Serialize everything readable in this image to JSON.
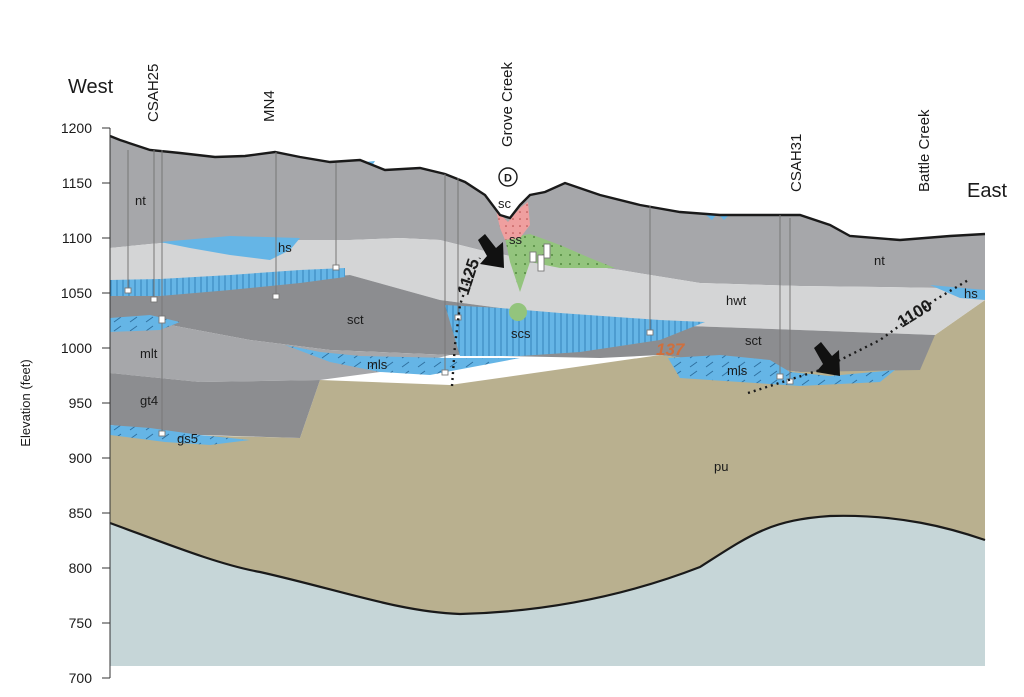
{
  "directions": {
    "west": "West",
    "east": "East"
  },
  "axis": {
    "ylabel": "Elevation (feet)",
    "ticks": [
      "1200",
      "1150",
      "1100",
      "1050",
      "1000",
      "950",
      "900",
      "850",
      "800",
      "750",
      "700"
    ]
  },
  "features": [
    {
      "id": "csah25",
      "label": "CSAH25"
    },
    {
      "id": "mn4",
      "label": "MN4"
    },
    {
      "id": "grove",
      "label": "Grove Creek"
    },
    {
      "id": "csah31",
      "label": "CSAH31"
    },
    {
      "id": "battle",
      "label": "Battle Creek"
    }
  ],
  "marker": "D",
  "units": {
    "nt": "nt",
    "nt2": "nt",
    "hs": "hs",
    "hs2": "hs",
    "sct": "sct",
    "sct2": "sct",
    "mlt": "mlt",
    "gt4": "gt4",
    "gs5": "gs5",
    "sc": "sc",
    "ss": "ss",
    "scs": "scs",
    "hwt": "hwt",
    "mls": "mls",
    "mls2": "mls",
    "pu": "pu"
  },
  "contours": {
    "c1125": "1125",
    "c1100": "1100"
  },
  "well_id": "137",
  "colors": {
    "grey_dark": "#8c8d90",
    "grey_mid": "#a6a7aa",
    "grey_light": "#d4d5d6",
    "aquifer_blue": "#65b5e6",
    "bedrock_tan": "#b9b08f",
    "basement": "#c6d6d8",
    "sand_green": "#93c47d",
    "sand_pink": "#ef9f9f",
    "well_label": "#cf6f3d"
  }
}
